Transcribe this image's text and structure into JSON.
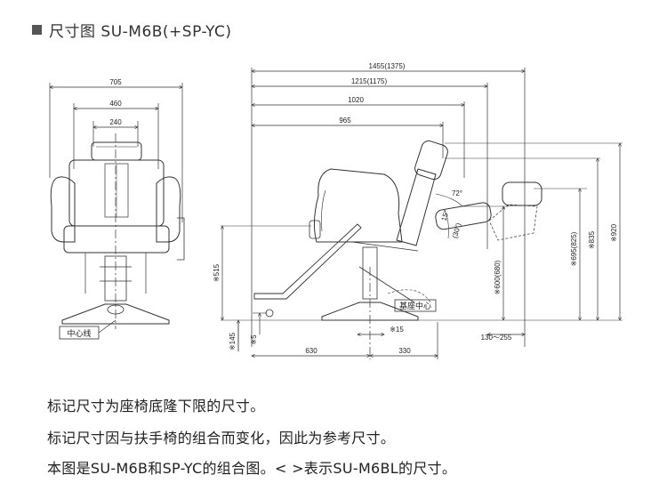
{
  "header": {
    "title": "尺寸图  SU-M6B(+SP-YC)"
  },
  "front_view": {
    "dim_705": "705",
    "dim_460": "460",
    "dim_240": "240",
    "center_line_label": "中心线"
  },
  "side_view": {
    "dim_1455": "1455(1375)",
    "dim_1215": "1215(1175)",
    "dim_1020": "1020",
    "dim_965": "965",
    "angle_72": "72°",
    "angle_15": "15°",
    "angle_30": "(30°)",
    "dim_515": "※515",
    "dim_600": "※600(680)",
    "dim_695": "※695(825)",
    "dim_835": "※835",
    "dim_920": "※920",
    "dim_145": "※145",
    "dim_5": "※5",
    "dim_15": "※15",
    "dim_630": "630",
    "dim_330": "330",
    "dim_130_255": "130～255",
    "base_center_label": "基座中心"
  },
  "notes": [
    "标记尺寸为座椅底隆下限的尺寸。",
    "标记尺寸因与扶手椅的组合而变化，因此为参考尺寸。",
    "本图是SU-M6B和SP-YC的组合图。< >表示SU-M6BL的尺寸。"
  ]
}
